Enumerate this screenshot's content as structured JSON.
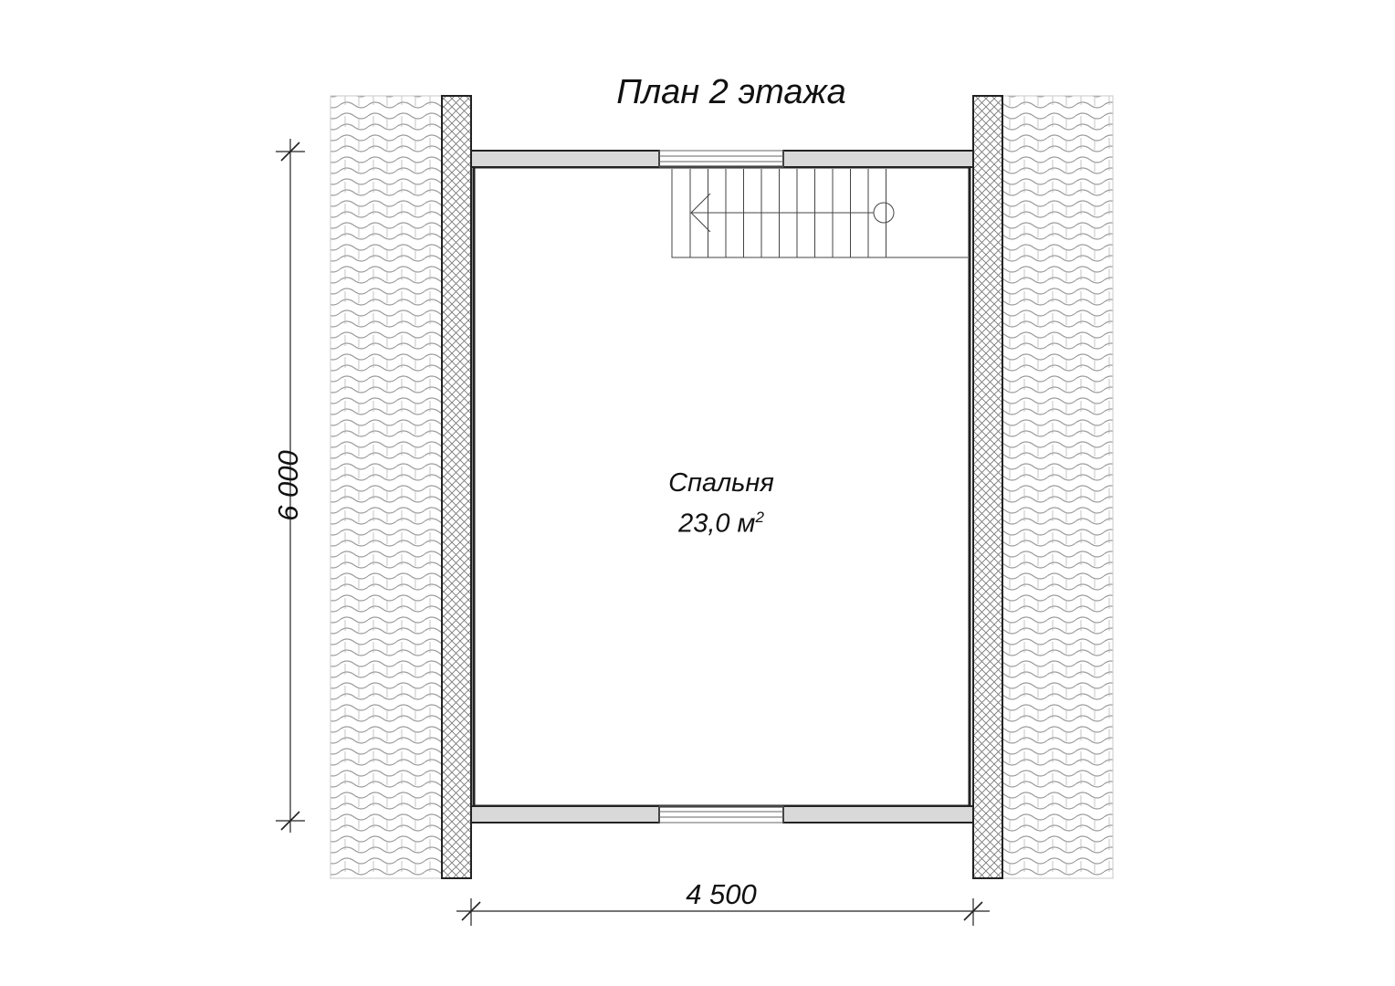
{
  "title": "План 2 этажа",
  "room": {
    "name": "Спальня",
    "area_value": "23,0 м",
    "area_sup": "2"
  },
  "dimensions": {
    "width": "4 500",
    "height": "6 000"
  }
}
